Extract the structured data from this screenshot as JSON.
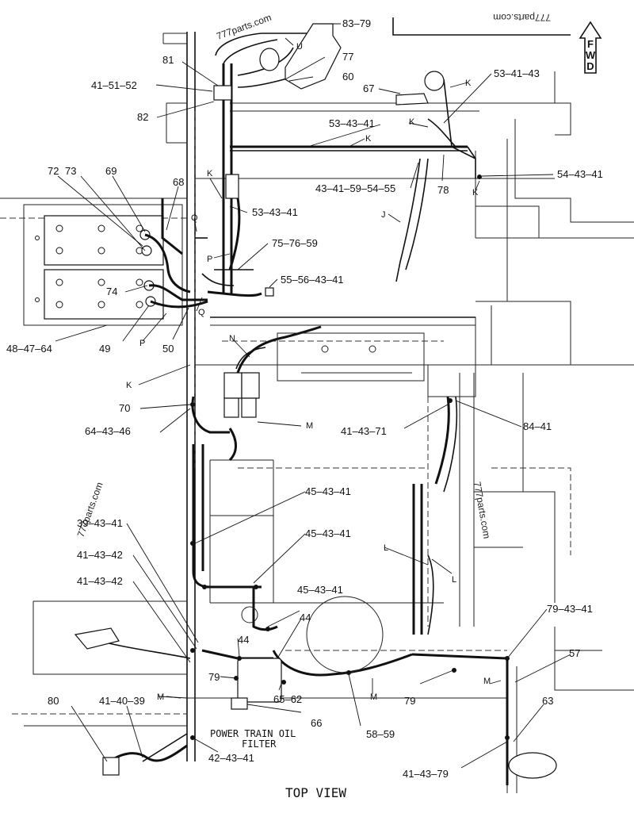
{
  "watermarks": [
    "777parts.com",
    "777parts.com",
    "777parts.com",
    "777parts.com"
  ],
  "fwd": {
    "top": "F",
    "mid": "W",
    "bot": "D"
  },
  "bottom_title": "TOP VIEW",
  "caption": {
    "line1": "POWER TRAIN OIL",
    "line2": "FILTER"
  },
  "callouts": [
    "83–79",
    "U",
    "81",
    "77",
    "41–51–52",
    "60",
    "67",
    "53–41–43",
    "K",
    "82",
    "53–43–41",
    "K",
    "K",
    "72",
    "73",
    "69",
    "68",
    "K",
    "43–41–59–54–55",
    "78",
    "54–43–41",
    "K",
    "Q",
    "53–43–41",
    "J",
    "P",
    "75–76–59",
    "55–56–43–41",
    "74",
    "Q",
    "48–47–64",
    "49",
    "P",
    "50",
    "N",
    "K",
    "70",
    "64–43–46",
    "M",
    "41–43–71",
    "84–41",
    "45–43–41",
    "39–43–41",
    "45–43–41",
    "41–43–42",
    "L",
    "L",
    "41–43–42",
    "45–43–41",
    "79–43–41",
    "44",
    "44",
    "57",
    "79",
    "M",
    "65–62",
    "79",
    "M",
    "80",
    "41–40–39",
    "M",
    "66",
    "63",
    "42–43–41",
    "58–59",
    "41–43–79"
  ]
}
